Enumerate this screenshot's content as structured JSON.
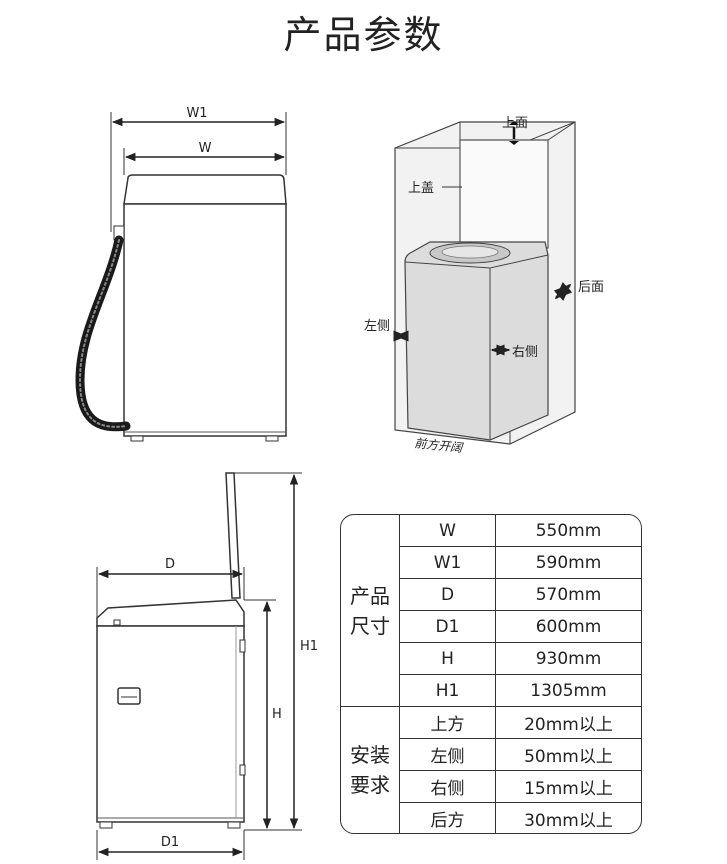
{
  "title": "产品参数",
  "front_view": {
    "w1_label": "W1",
    "w_label": "W"
  },
  "clearance_diagram": {
    "top_label": "上面",
    "lid_label": "上盖",
    "back_label": "后面",
    "left_label": "左侧",
    "right_label": "右侧",
    "front_label": "前方开阔"
  },
  "side_view": {
    "d_label": "D",
    "d1_label": "D1",
    "h_label": "H",
    "h1_label": "H1"
  },
  "spec_table": {
    "group1": [
      "产品",
      "尺寸"
    ],
    "group2": [
      "安装",
      "要求"
    ],
    "dimension_rows": [
      {
        "label": "W",
        "value": "550mm"
      },
      {
        "label": "W1",
        "value": "590mm"
      },
      {
        "label": "D",
        "value": "570mm"
      },
      {
        "label": "D1",
        "value": "600mm"
      },
      {
        "label": "H",
        "value": "930mm"
      },
      {
        "label": "H1",
        "value": "1305mm"
      }
    ],
    "install_rows": [
      {
        "label": "上方",
        "value": "20mm以上"
      },
      {
        "label": "左侧",
        "value": "50mm以上"
      },
      {
        "label": "右侧",
        "value": "15mm以上"
      },
      {
        "label": "后方",
        "value": "30mm以上"
      }
    ]
  }
}
